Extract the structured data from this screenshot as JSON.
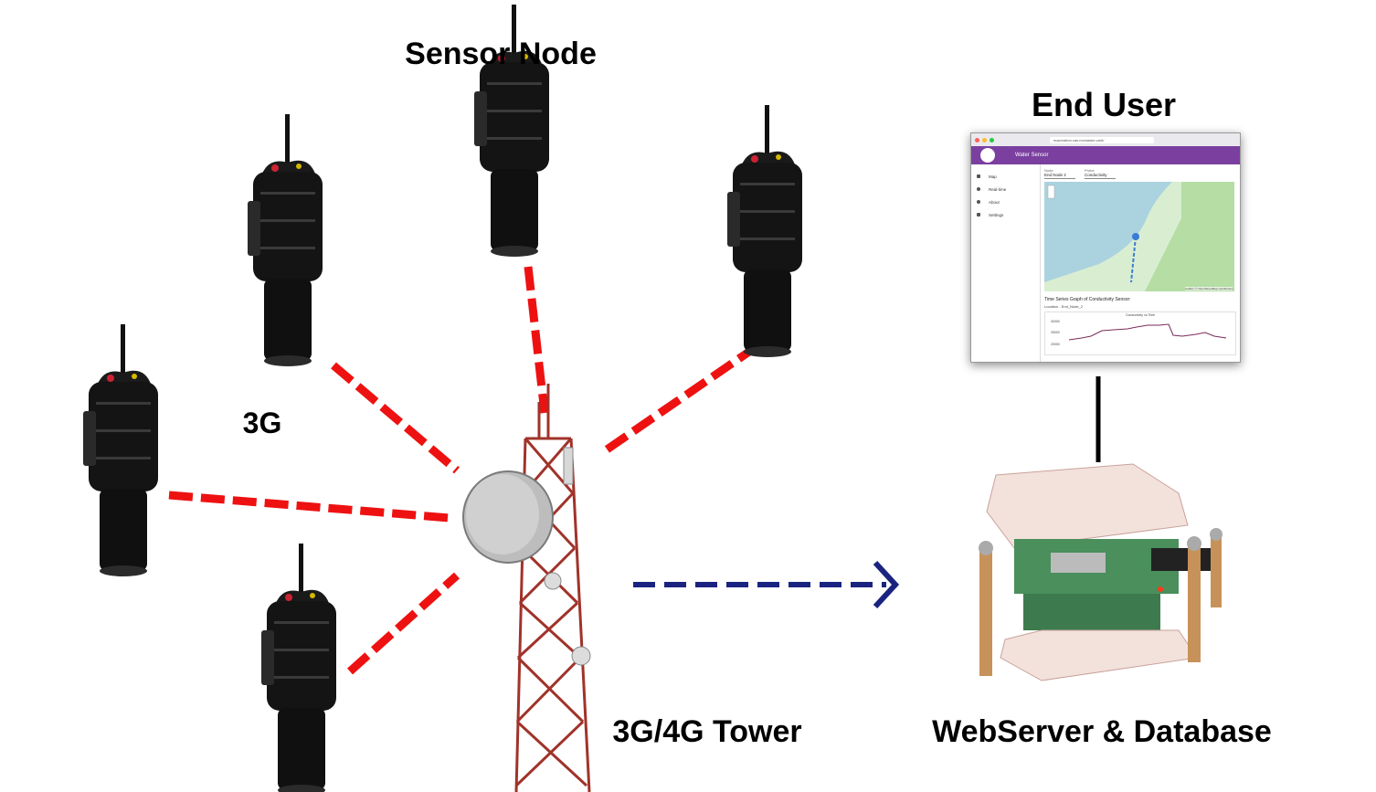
{
  "labels": {
    "sensor_node": "Sensor Node",
    "end_user": "End User",
    "link": "3G",
    "tower": "3G/4G Tower",
    "server": "WebServer & Database"
  },
  "colors": {
    "wireless_link": "#ee1111",
    "uplink": "#1a2480",
    "app_bar": "#7b3fa0"
  },
  "screenshot": {
    "url": "macreation.cas.mcmaster.ca/#/",
    "app_title": "Water Sensor",
    "nav": [
      {
        "label": "Map",
        "icon": "map-icon"
      },
      {
        "label": "Real-time",
        "icon": "refresh-icon"
      },
      {
        "label": "About",
        "icon": "info-icon"
      },
      {
        "label": "Settings",
        "icon": "gear-icon"
      }
    ],
    "node_select": {
      "label": "Node",
      "value": "End Node 2"
    },
    "probe_select": {
      "label": "Probe",
      "value": "Conductivity"
    },
    "map_attribution": "Leaflet | © OpenStreetMap contributors",
    "graph_title": "Time Series Graph of Conductivity Sensor:",
    "location": "Location - End_Node_2",
    "chart_title": "Conductivity vs Time",
    "y_ticks": [
      "30000",
      "25000",
      "20000"
    ]
  }
}
